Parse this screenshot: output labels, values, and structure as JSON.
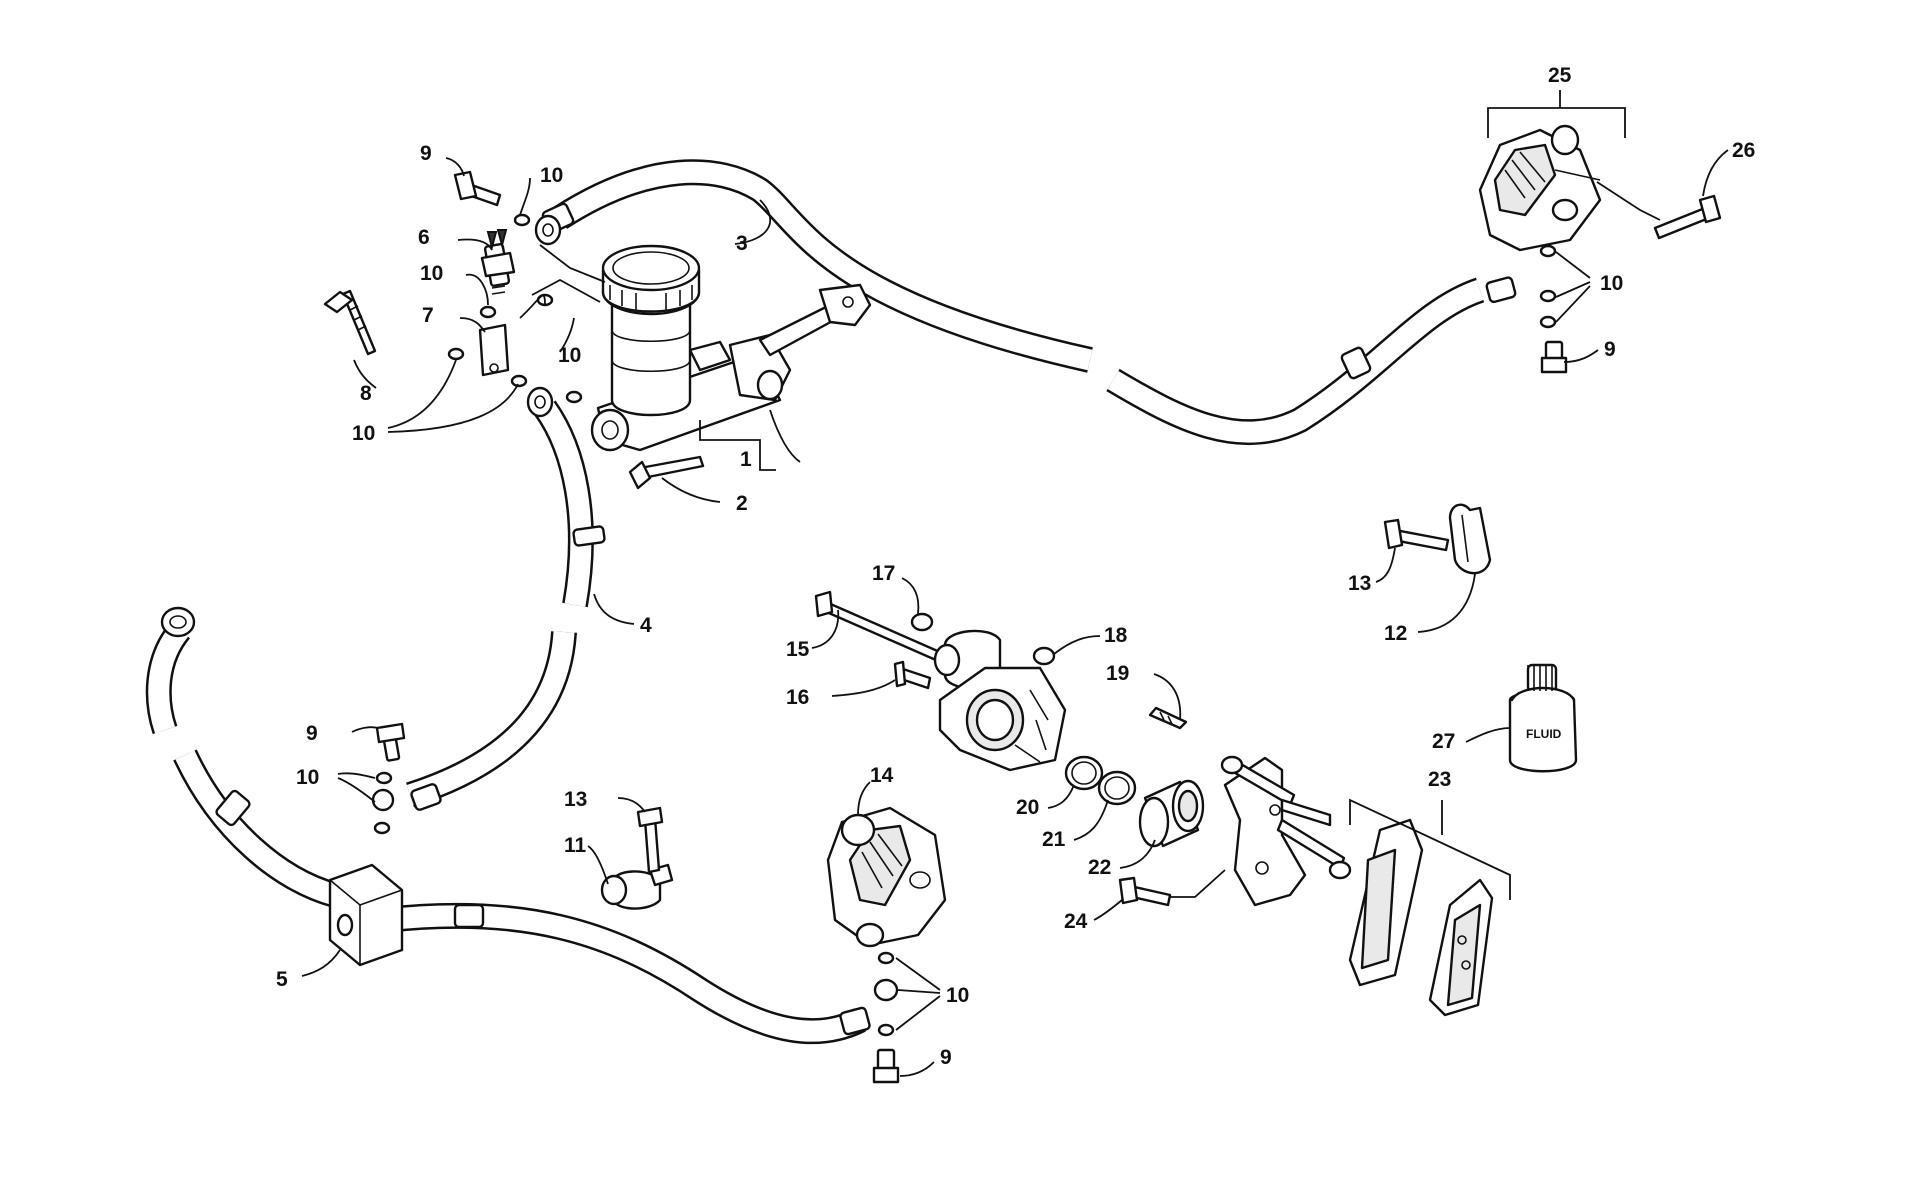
{
  "diagram": {
    "callouts": {
      "c1": "1",
      "c2": "2",
      "c3": "3",
      "c4": "4",
      "c5": "5",
      "c6": "6",
      "c7": "7",
      "c8": "8",
      "c9a": "9",
      "c9b": "9",
      "c9c": "9",
      "c9d": "9",
      "c10a": "10",
      "c10b": "10",
      "c10c": "10",
      "c10d": "10",
      "c10e": "10",
      "c10f": "10",
      "c11": "11",
      "c12": "12",
      "c13a": "13",
      "c13b": "13",
      "c14": "14",
      "c15": "15",
      "c16": "16",
      "c17": "17",
      "c18": "18",
      "c19": "19",
      "c20": "20",
      "c21": "21",
      "c22": "22",
      "c23": "23",
      "c24": "24",
      "c25": "25",
      "c26": "26",
      "c27": "27"
    },
    "fluid_label": "FLUID"
  }
}
